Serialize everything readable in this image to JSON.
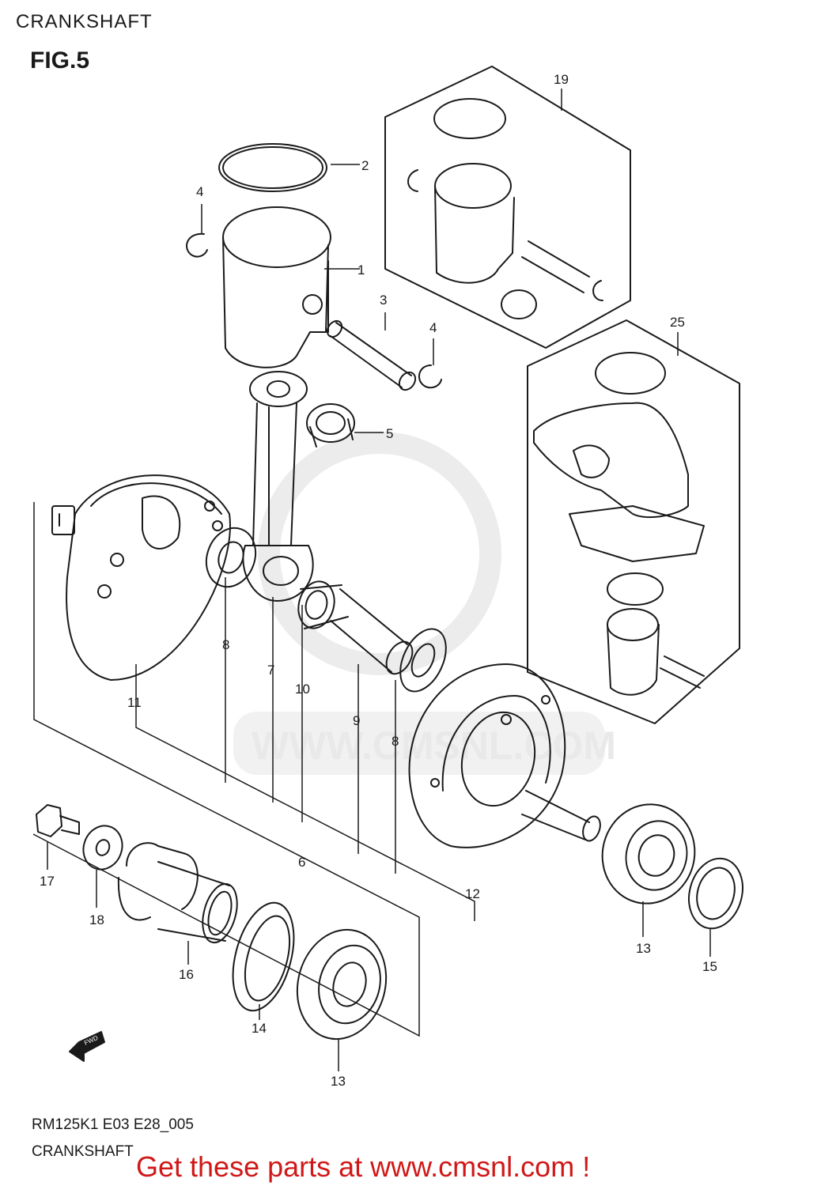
{
  "header": {
    "title": "CRANKSHAFT",
    "figure": "FIG.5"
  },
  "callouts": {
    "piston": "1",
    "piston_ring": "2",
    "piston_pin": "3",
    "circlip_a": "4",
    "circlip_b": "4",
    "needle_bearing": "5",
    "crank_pin_set": "6",
    "conrod": "7",
    "washer_left": "8",
    "washer_right": "8",
    "crank_pin": "9",
    "bearing_10": "10",
    "crank_left": "11",
    "crank_right": "12",
    "bearing_13_right": "13",
    "bearing_13_left": "13",
    "oil_seal_14": "14",
    "oil_seal_15": "15",
    "primary_gear": "16",
    "bolt": "17",
    "washer_18": "18",
    "piston_set": "19",
    "cylinder_kit": "25"
  },
  "watermark": {
    "text": "WWW.CMSNL.COM"
  },
  "direction": {
    "text": "FWD"
  },
  "footer": {
    "code": "RM125K1 E03 E28_005",
    "name": "CRANKSHAFT",
    "promo": "Get these parts at www.cmsnl.com !"
  },
  "colors": {
    "line": "#1a1a1a",
    "promo": "#d01818",
    "watermark": "#e9e9e9"
  }
}
